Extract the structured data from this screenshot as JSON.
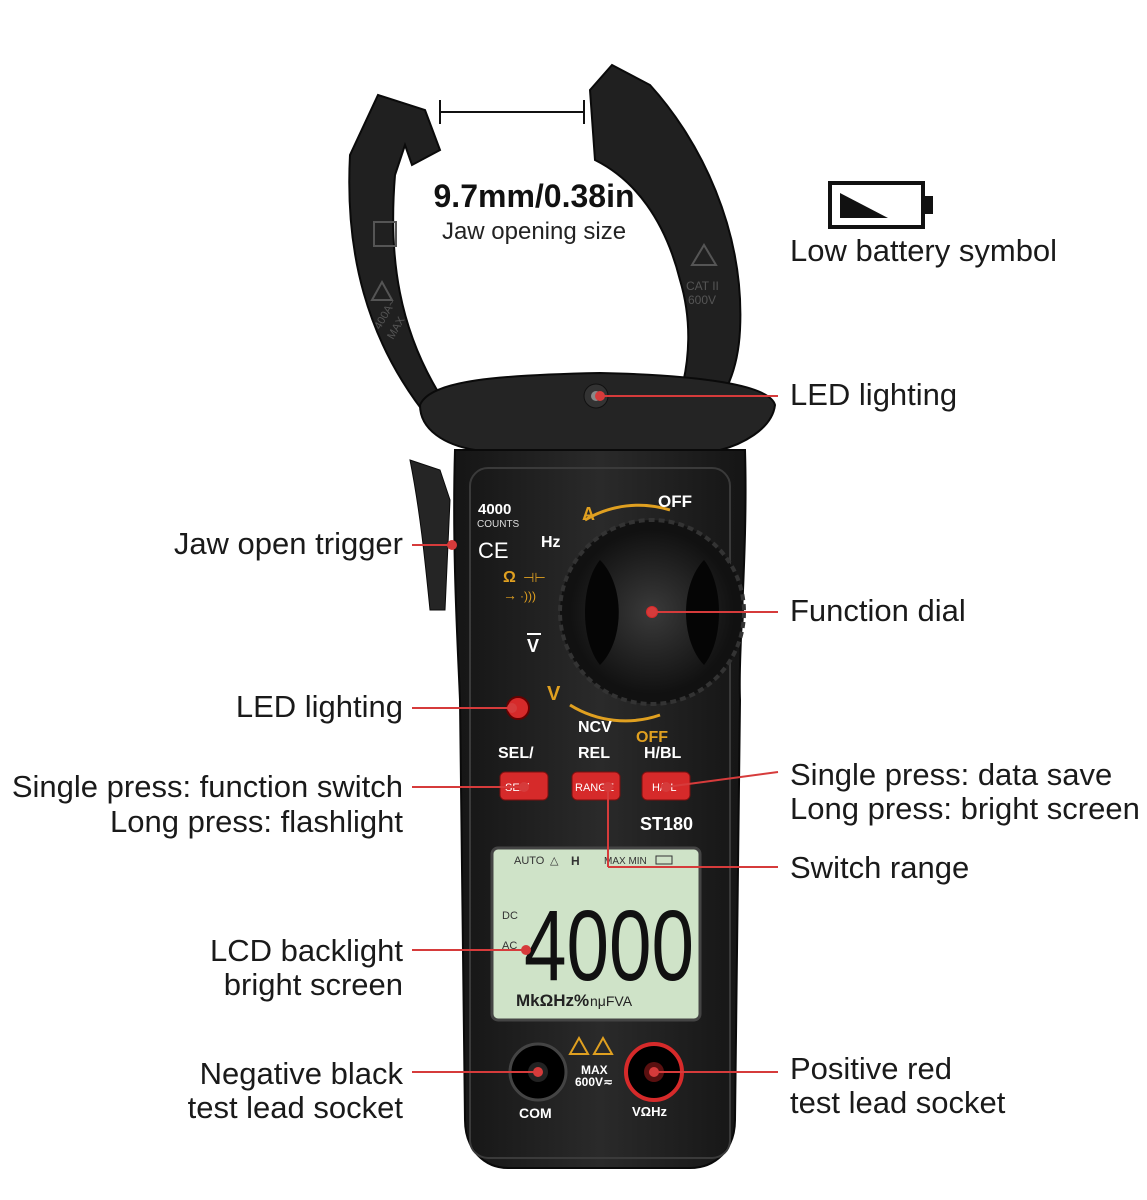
{
  "jaw": {
    "size": "9.7mm/0.38in",
    "caption": "Jaw opening size"
  },
  "callouts": {
    "low_battery": "Low battery symbol",
    "led_top": "LED lighting",
    "jaw_trigger": "Jaw open trigger",
    "function_dial": "Function dial",
    "led_left": "LED lighting",
    "sel_line1": "Single press: function switch",
    "sel_line2": "Long press: flashlight",
    "hbl_line1": "Single press: data save",
    "hbl_line2": "Long press: bright screen",
    "switch_range": "Switch range",
    "lcd_line1": "LCD backlight",
    "lcd_line2": "bright screen",
    "neg_line1": "Negative black",
    "neg_line2": "test lead socket",
    "pos_line1": "Positive red",
    "pos_line2": "test lead socket"
  },
  "device": {
    "counts_num": "4000",
    "counts_word": "COUNTS",
    "ce_mark": "CE",
    "dial_off_top": "OFF",
    "dial_a": "A",
    "dial_hz": "Hz",
    "dial_ohm": "Ω",
    "dial_cap": "⊣⊢",
    "dial_diode": "→",
    "dial_cont": "·)))",
    "dial_vdc": "V",
    "dial_vac": "V",
    "dial_ncv": "NCV",
    "dial_off_bottom": "OFF",
    "btn_sel_top": "SEL/",
    "btn_rel_top": "REL",
    "btn_hbl_top": "H/BL",
    "btn_sel": "SEL/",
    "btn_range": "RANGE",
    "btn_hbl": "H/BL",
    "model": "ST180",
    "jaw_left_rating_1": "400A~",
    "jaw_left_rating_2": "MAX",
    "jaw_right_rating_1": "CAT II",
    "jaw_right_rating_2": "600V",
    "lcd": {
      "auto": "AUTO",
      "delta": "△",
      "hold": "H",
      "maxmin": "MAX MIN",
      "reading": "4000",
      "dc": "DC",
      "ac": "AC",
      "units": "MkΩHz%",
      "units2": "nμFVA"
    },
    "max_label": "MAX",
    "max_volt": "600V≂",
    "com_label": "COM",
    "vhz_label": "VΩHz"
  },
  "colors": {
    "body": "#1e1e1e",
    "accent_red": "#d62a2a",
    "dial_orange": "#e0a020",
    "lcd_bg": "#cfe3c8",
    "callout_line": "#d63b3b"
  }
}
